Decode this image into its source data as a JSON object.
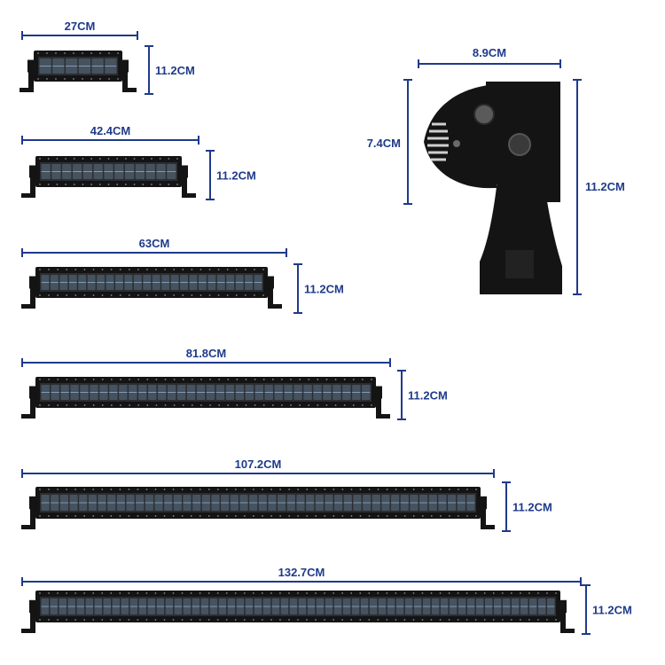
{
  "accent_color": "#1f3a8a",
  "bar_color": "#141414",
  "bars": [
    {
      "length_label": "27CM",
      "height_label": "11.2CM",
      "cells": 6
    },
    {
      "length_label": "42.4CM",
      "height_label": "11.2CM",
      "cells": 13
    },
    {
      "length_label": "63CM",
      "height_label": "11.2CM",
      "cells": 24
    },
    {
      "length_label": "81.8CM",
      "height_label": "11.2CM",
      "cells": 34
    },
    {
      "length_label": "107.2CM",
      "height_label": "11.2CM",
      "cells": 46
    },
    {
      "length_label": "132.7CM",
      "height_label": "11.2CM",
      "cells": 58
    }
  ],
  "bracket": {
    "width_label": "8.9CM",
    "bracket_height_label": "7.4CM",
    "total_height_label": "11.2CM"
  }
}
